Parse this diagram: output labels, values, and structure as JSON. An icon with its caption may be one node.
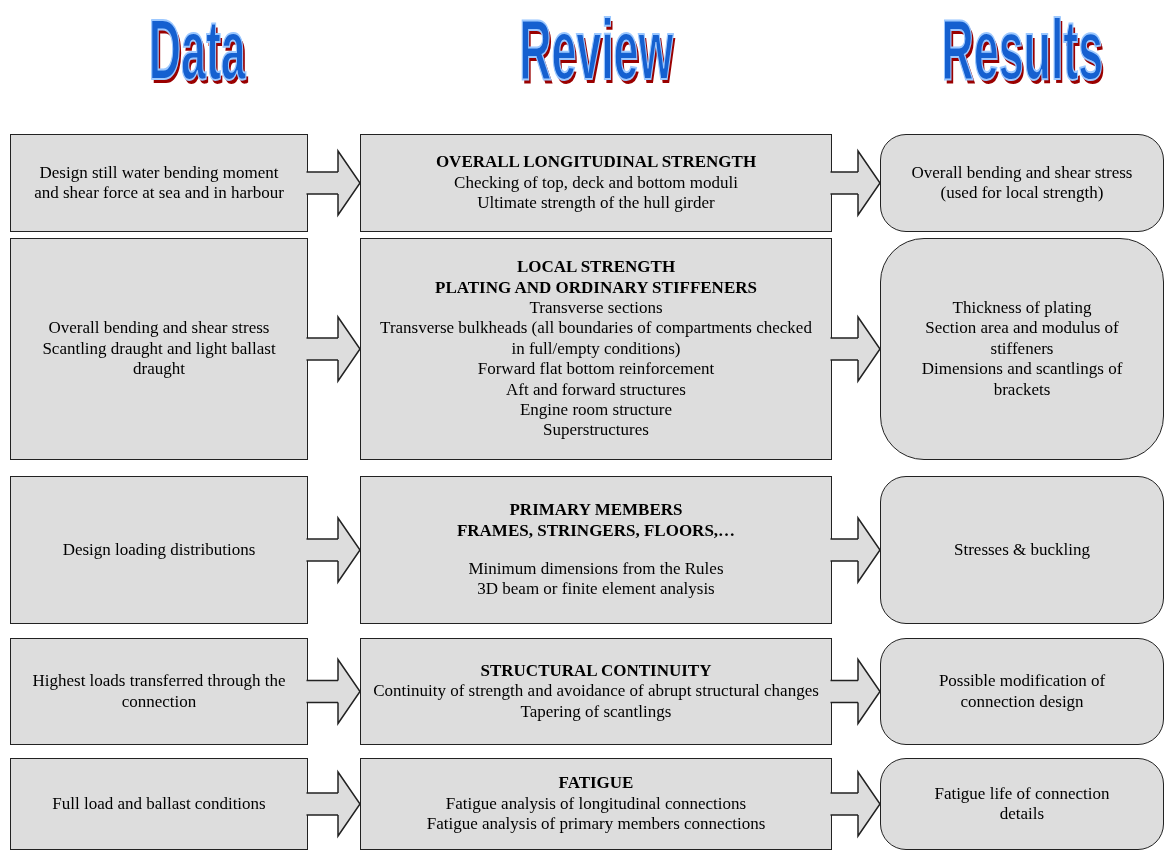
{
  "diagram": {
    "nodes": [
      {
        "text": [
          "Design still water bending moment and shear force at sea and in harbour"
        ]
      },
      {
        "text": [
          "OVERALL LONGITUDINAL STRENGTH",
          "Checking of top, deck and bottom moduli",
          "Ultimate strength of the hull girder"
        ]
      },
      {
        "text": [
          "Overall bending and shear stress",
          "(used for local strength)"
        ]
      },
      {
        "text": [
          "Overall bending and shear stress",
          "Scantling draught and light ballast draught"
        ]
      },
      {
        "text": [
          "LOCAL STRENGTH",
          "PLATING AND ORDINARY STIFFENERS",
          "Transverse sections",
          "Transverse bulkheads  (all boundaries of compartments checked in full/empty conditions)",
          "Forward flat bottom reinforcement",
          "Aft and forward structures",
          "Engine room structure",
          "Superstructures"
        ]
      },
      {
        "text": [
          "Thickness of plating",
          "Section area and modulus of stiffeners",
          "Dimensions and scantlings of brackets"
        ]
      },
      {
        "text": [
          "Design loading distributions"
        ]
      },
      {
        "text": [
          "PRIMARY MEMBERS",
          "FRAMES, STRINGERS, FLOORS,…",
          "Minimum dimensions from the Rules",
          "3D beam or finite element analysis"
        ]
      },
      {
        "text": [
          "Stresses & buckling"
        ]
      },
      {
        "text": [
          "Highest loads transferred through the connection"
        ]
      },
      {
        "text": [
          "STRUCTURAL CONTINUITY",
          "Continuity of strength and avoidance of abrupt structural changes",
          "Tapering of scantlings"
        ]
      },
      {
        "text": [
          "Possible  modification of connection design"
        ]
      },
      {
        "text": [
          "Full load and ballast conditions"
        ]
      },
      {
        "text": [
          "FATIGUE",
          "Fatigue analysis of longitudinal connections",
          "Fatigue analysis of primary members connections"
        ]
      },
      {
        "text": [
          "Fatigue life of connection details"
        ]
      }
    ],
    "edges": [
      {
        "from": 0,
        "to": 1,
        "arrow": "to"
      },
      {
        "from": 1,
        "to": 2,
        "arrow": "to"
      },
      {
        "from": 3,
        "to": 4,
        "arrow": "to"
      },
      {
        "from": 4,
        "to": 5,
        "arrow": "to"
      },
      {
        "from": 6,
        "to": 7,
        "arrow": "to"
      },
      {
        "from": 7,
        "to": 8,
        "arrow": "to"
      },
      {
        "from": 9,
        "to": 10,
        "arrow": "to"
      },
      {
        "from": 10,
        "to": 11,
        "arrow": "to"
      },
      {
        "from": 12,
        "to": 13,
        "arrow": "to"
      },
      {
        "from": 13,
        "to": 14,
        "arrow": "to"
      }
    ],
    "labels": [
      "Data",
      "Review",
      "Results"
    ]
  }
}
